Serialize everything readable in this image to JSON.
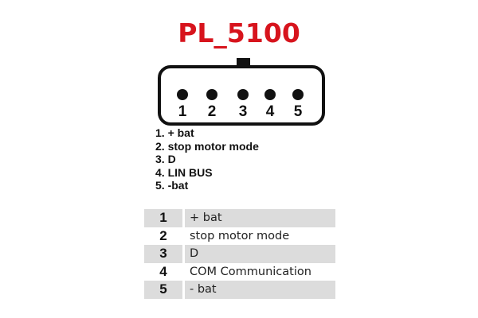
{
  "title": "PL_5100",
  "colors": {
    "title": "#d7141d",
    "outline": "#111111",
    "row_shade": "#dcdcdc"
  },
  "connector": {
    "pins": [
      {
        "label": "1"
      },
      {
        "label": "2"
      },
      {
        "label": "3"
      },
      {
        "label": "4"
      },
      {
        "label": "5"
      }
    ]
  },
  "legend": [
    "1. + bat",
    "2. stop motor mode",
    "3. D",
    "4. LIN BUS",
    "5. -bat"
  ],
  "table": {
    "rows": [
      {
        "pin": "1",
        "description": "+ bat",
        "shaded": true
      },
      {
        "pin": "2",
        "description": "stop motor mode",
        "shaded": false
      },
      {
        "pin": "3",
        "description": "D",
        "shaded": true
      },
      {
        "pin": "4",
        "description": "COM Communication",
        "shaded": false
      },
      {
        "pin": "5",
        "description": "- bat",
        "shaded": true
      }
    ]
  }
}
